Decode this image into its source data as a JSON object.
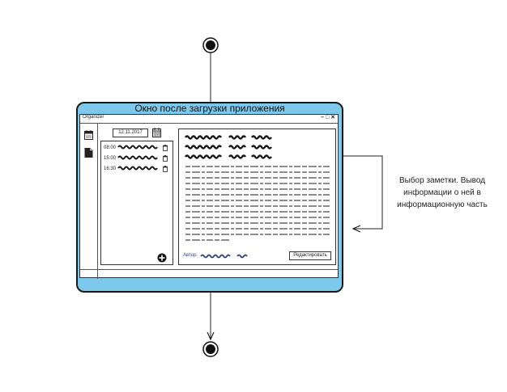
{
  "diagram": {
    "state_title": "Окно после загрузки приложения",
    "annotation": "Выбор заметки. Вывод информации о ней в информационную часть"
  },
  "window": {
    "app_title": "Organizer",
    "controls": "– □ ✕",
    "date": "12.11.2017",
    "list_items": [
      {
        "time": "08:00"
      },
      {
        "time": "15:00"
      },
      {
        "time": "16:30"
      }
    ],
    "author_label": "Автор:",
    "edit_button": "Редактировать"
  },
  "icons": {
    "calendar": "calendar-icon",
    "document": "document-icon",
    "trash": "trash-icon",
    "add": "add-circle-icon"
  },
  "colors": {
    "state_fill": "#7ec8ec",
    "scribble": "#1a1a1a"
  }
}
